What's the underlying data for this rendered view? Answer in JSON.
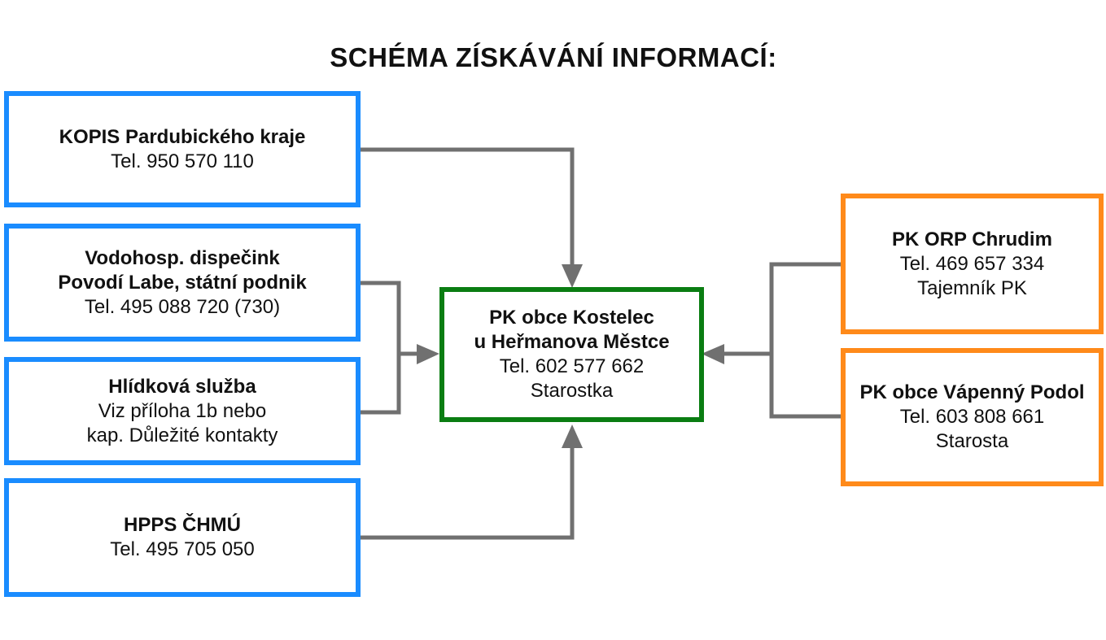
{
  "title": "SCHÉMA ZÍSKÁVÁNÍ INFORMACÍ:",
  "sources_left": [
    {
      "name": "KOPIS Pardubického kraje",
      "lines": [
        "Tel. 950 570 110"
      ]
    },
    {
      "name_lines": [
        "Vodohosp. dispečink",
        "Povodí Labe, státní podnik"
      ],
      "lines": [
        "Tel. 495 088 720 (730)"
      ]
    },
    {
      "name": "Hlídková služba",
      "lines": [
        "Viz příloha 1b nebo",
        "kap. Důležité kontakty"
      ]
    },
    {
      "name": "HPPS ČHMÚ",
      "lines": [
        "Tel. 495 705 050"
      ]
    }
  ],
  "center": {
    "name_lines": [
      "PK obce Kostelec",
      "u Heřmanova Městce"
    ],
    "lines": [
      "Tel. 602 577 662",
      "Starostka"
    ]
  },
  "sources_right": [
    {
      "name": "PK ORP Chrudim",
      "lines": [
        "Tel. 469 657 334",
        "Tajemník PK"
      ]
    },
    {
      "name": "PK obce Vápenný Podol",
      "lines": [
        "Tel. 603 808 661",
        "Starosta"
      ]
    }
  ],
  "colors": {
    "left_border": "#1a8cff",
    "center_border": "#0a7d12",
    "right_border": "#ff8a1a",
    "connector": "#707070"
  }
}
